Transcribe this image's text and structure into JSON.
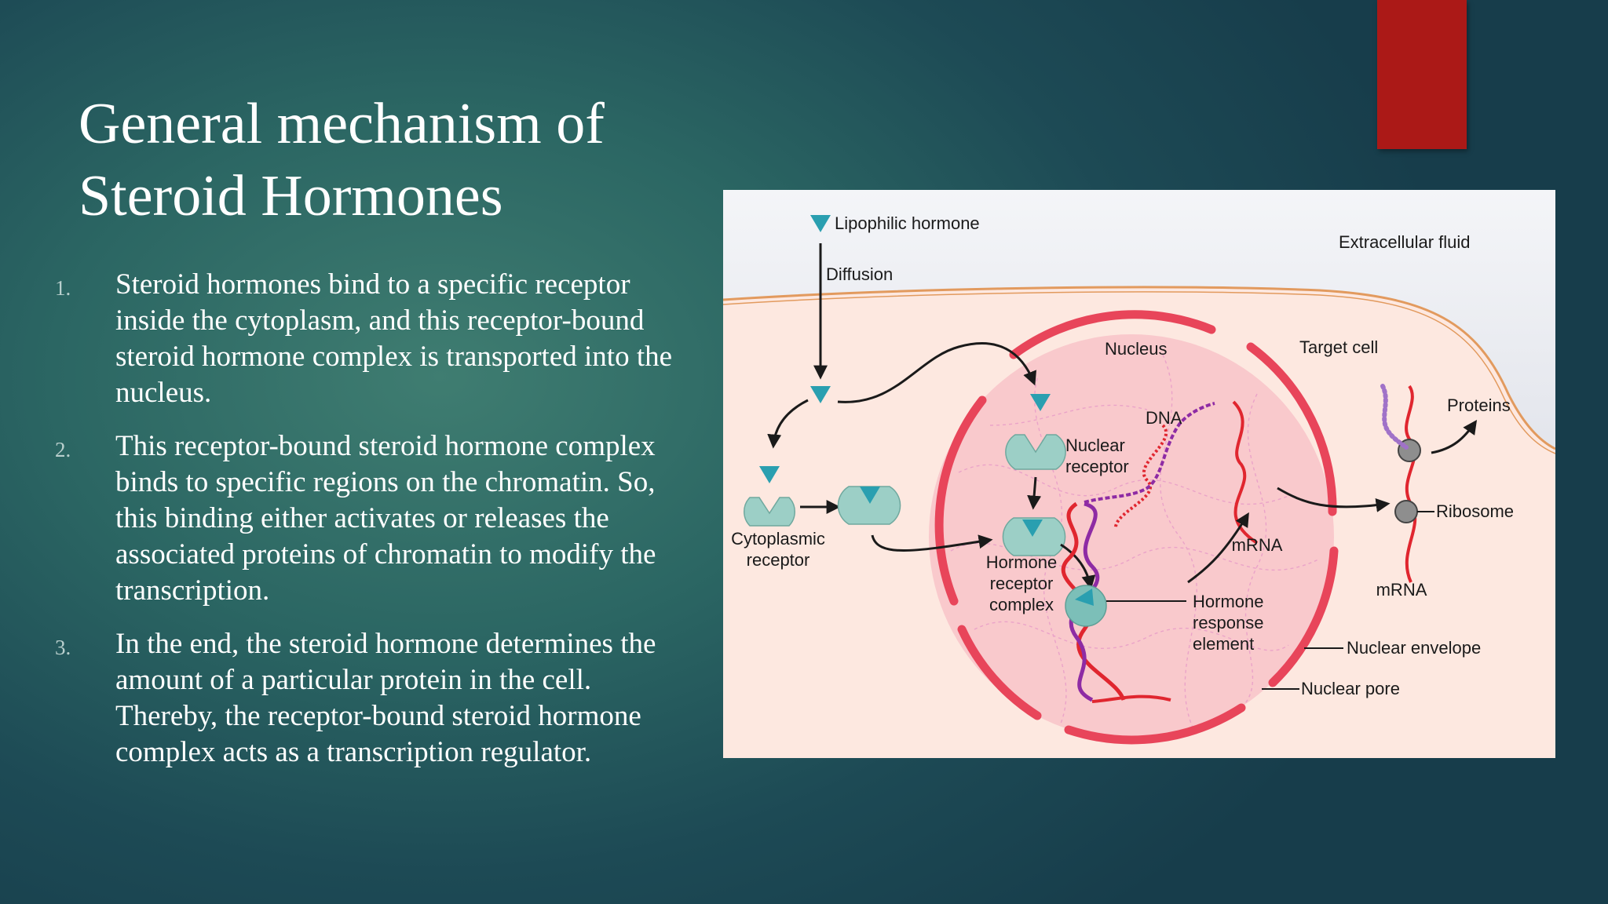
{
  "slide": {
    "title_line1": "General mechanism of",
    "title_line2": "Steroid Hormones",
    "accent_color": "#ab1917"
  },
  "points": [
    {
      "number": "1.",
      "text": "Steroid hormones bind to a specific receptor inside the cytoplasm, and this receptor-bound steroid hormone complex is transported into the nucleus."
    },
    {
      "number": "2.",
      "text": "This receptor-bound steroid hormone complex binds to specific regions on the chromatin. So, this binding either activates or releases the associated proteins of chromatin to modify the transcription."
    },
    {
      "number": "3.",
      "text": "In the end, the steroid hormone determines the amount of a particular protein in the cell. Thereby, the receptor-bound steroid hormone complex acts as a transcription regulator."
    }
  ],
  "diagram": {
    "labels": {
      "lipophilic_hormone": "Lipophilic hormone",
      "extracellular_fluid": "Extracellular fluid",
      "diffusion": "Diffusion",
      "nucleus": "Nucleus",
      "target_cell": "Target cell",
      "dna": "DNA",
      "proteins": "Proteins",
      "nuclear_receptor_1": "Nuclear",
      "nuclear_receptor_2": "receptor",
      "ribosome": "Ribosome",
      "cytoplasmic_receptor_1": "Cytoplasmic",
      "cytoplasmic_receptor_2": "receptor",
      "mrna_nucleus": "mRNA",
      "hormone_complex_1": "Hormone",
      "hormone_complex_2": "receptor",
      "hormone_complex_3": "complex",
      "mrna_cytoplasm": "mRNA",
      "hre_1": "Hormone",
      "hre_2": "response",
      "hre_3": "element",
      "nuclear_envelope": "Nuclear envelope",
      "nuclear_pore": "Nuclear pore"
    },
    "colors": {
      "hormone": "#2a9fb0",
      "receptor": "#9ccfc6",
      "nuclear_envelope": "#e8455a",
      "nucleus_fill": "#f9c9cc",
      "cytoplasm": "#fde8e0",
      "extracellular": "#d9dde6",
      "mrna": "#e0262f",
      "protein_chain": "#a072c8",
      "ribosome": "#8e8e8e"
    }
  }
}
